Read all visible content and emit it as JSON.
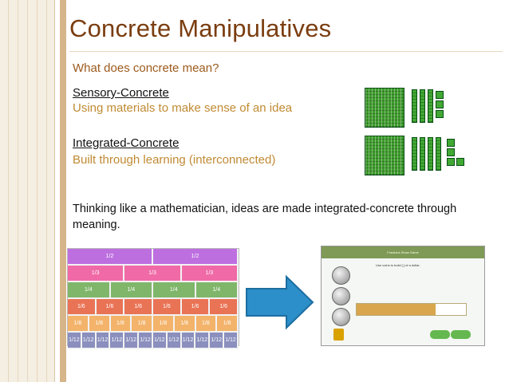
{
  "slide": {
    "title": "Concrete Manipulatives",
    "question": "What does concrete mean?",
    "sensory_heading": "Sensory-Concrete",
    "sensory_desc": "Using materials to make sense of an idea",
    "integrated_heading": "Integrated-Concrete",
    "integrated_desc": "Built through learning (interconnected)",
    "thinking_text": "Thinking like a mathematician, ideas are made integrated-concrete through meaning."
  },
  "fraction_wall": {
    "rows": [
      {
        "color": "#bd6fe0",
        "labels": [
          "1/2",
          "1/2"
        ]
      },
      {
        "color": "#f06aa7",
        "labels": [
          "1/3",
          "1/3",
          "1/3"
        ]
      },
      {
        "color": "#7fb66a",
        "labels": [
          "1/4",
          "1/4",
          "1/4",
          "1/4"
        ]
      },
      {
        "color": "#e97355",
        "labels": [
          "1/6",
          "1/6",
          "1/6",
          "1/6",
          "1/6",
          "1/6"
        ]
      },
      {
        "color": "#f3b36a",
        "labels": [
          "1/8",
          "1/8",
          "1/8",
          "1/8",
          "1/8",
          "1/8",
          "1/8",
          "1/8"
        ]
      },
      {
        "color": "#8a8fbd",
        "labels": [
          "1/12",
          "1/12",
          "1/12",
          "1/12",
          "1/12",
          "1/12",
          "1/12",
          "1/12",
          "1/12",
          "1/12",
          "1/12",
          "1/12"
        ]
      }
    ]
  },
  "app": {
    "title": "Fractions Show Game",
    "prompt": "Use coins to build [ ] of a dollar.",
    "progress_fraction": 0.72,
    "accent": "#65b84f"
  },
  "colors": {
    "accent_bar": "#d6b58a",
    "title": "#7a3d10",
    "arrow": "#2c8fc9",
    "blocks": "#3f9d2d"
  }
}
